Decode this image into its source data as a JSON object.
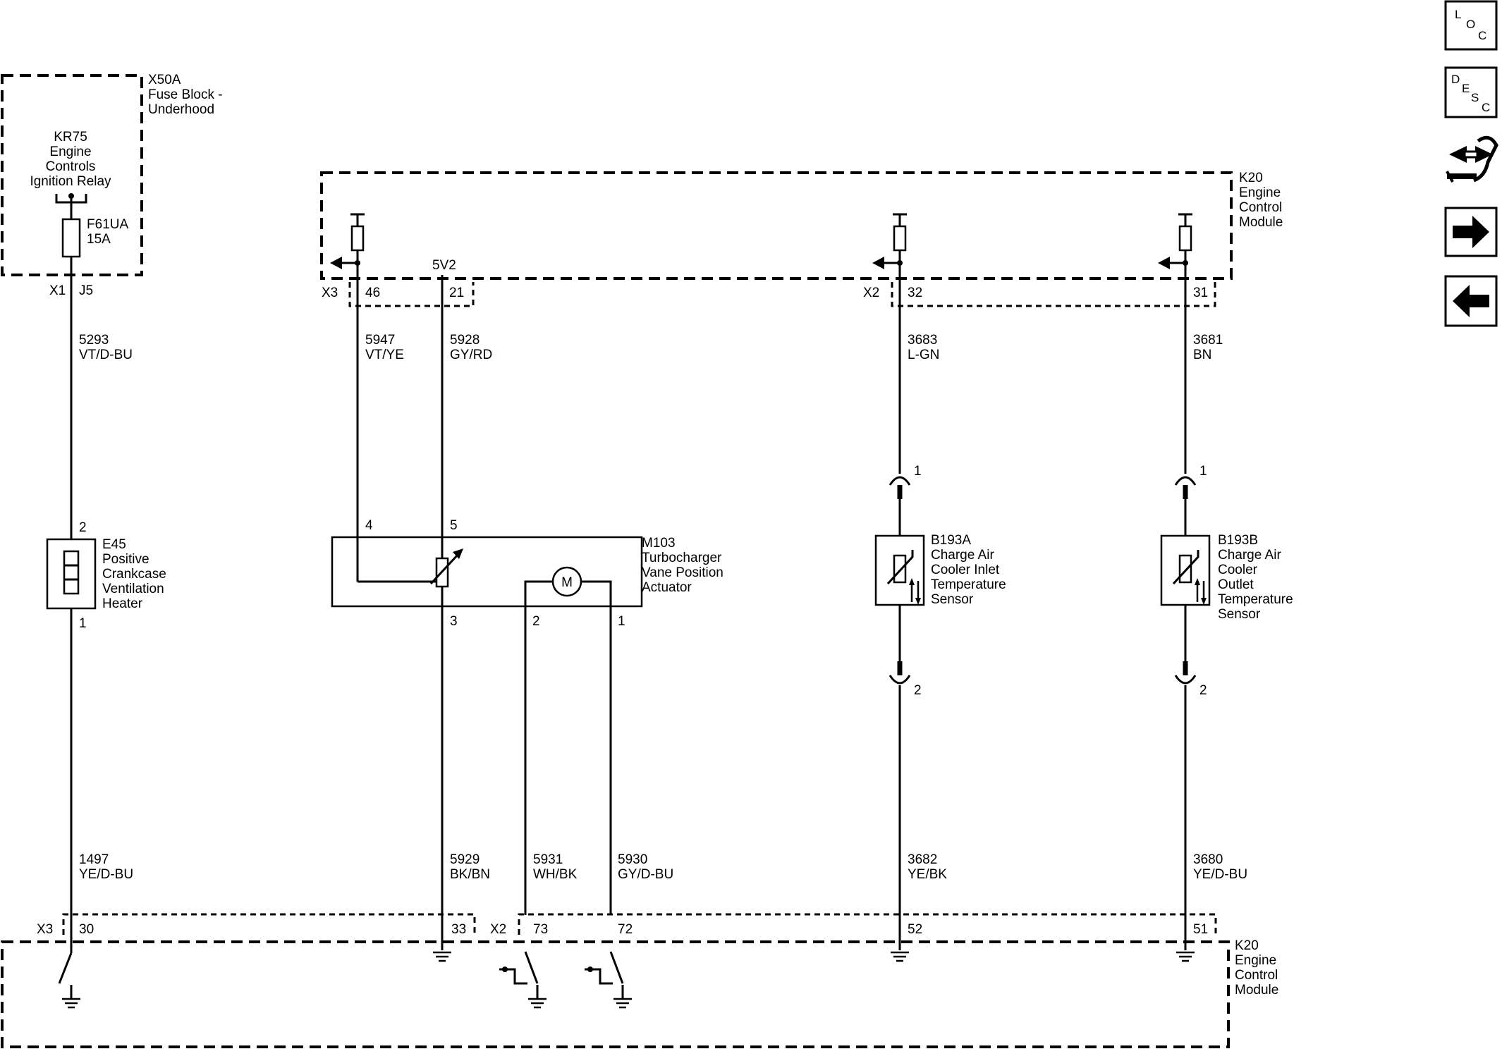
{
  "components": {
    "x50a": {
      "id": "X50A",
      "name_1": "Fuse Block -",
      "name_2": "Underhood"
    },
    "kr75": {
      "id": "KR75",
      "name_1": "Engine",
      "name_2": "Controls",
      "name_3": "Ignition Relay"
    },
    "f61ua": {
      "id": "F61UA",
      "rating": "15A"
    },
    "k20_top": {
      "id": "K20",
      "name_1": "Engine",
      "name_2": "Control",
      "name_3": "Module"
    },
    "k20_bottom": {
      "id": "K20",
      "name_1": "Engine",
      "name_2": "Control",
      "name_3": "Module"
    },
    "e45": {
      "id": "E45",
      "name_1": "Positive",
      "name_2": "Crankcase",
      "name_3": "Ventilation",
      "name_4": "Heater"
    },
    "m103": {
      "id": "M103",
      "name_1": "Turbocharger",
      "name_2": "Vane Position",
      "name_3": "Actuator",
      "motor": "M"
    },
    "b193a": {
      "id": "B193A",
      "name_1": "Charge Air",
      "name_2": "Cooler Inlet",
      "name_3": "Temperature",
      "name_4": "Sensor"
    },
    "b193b": {
      "id": "B193B",
      "name_1": "Charge Air",
      "name_2": "Cooler",
      "name_3": "Outlet",
      "name_4": "Temperature",
      "name_5": "Sensor"
    },
    "ref_5v2": "5V2"
  },
  "connectors": {
    "x1": "X1",
    "j5": "J5",
    "x3_top": "X3",
    "p46": "46",
    "p21": "21",
    "x2_top": "X2",
    "p32": "32",
    "p31": "31",
    "x3_bottom": "X3",
    "p30": "30",
    "p33": "33",
    "x2_bottom": "X2",
    "p73": "73",
    "p72": "72",
    "p52": "52",
    "p51": "51"
  },
  "pins": {
    "e45_2": "2",
    "e45_1": "1",
    "m103_4": "4",
    "m103_5": "5",
    "m103_3": "3",
    "m103_2": "2",
    "m103_1": "1",
    "b193a_1": "1",
    "b193a_2": "2",
    "b193b_1": "1",
    "b193b_2": "2"
  },
  "wires": {
    "w5293": {
      "circuit": "5293",
      "color": "VT/D-BU"
    },
    "w5947": {
      "circuit": "5947",
      "color": "VT/YE"
    },
    "w5928": {
      "circuit": "5928",
      "color": "GY/RD"
    },
    "w3683": {
      "circuit": "3683",
      "color": "L-GN"
    },
    "w3681": {
      "circuit": "3681",
      "color": "BN"
    },
    "w1497": {
      "circuit": "1497",
      "color": "YE/D-BU"
    },
    "w5929": {
      "circuit": "5929",
      "color": "BK/BN"
    },
    "w5931": {
      "circuit": "5931",
      "color": "WH/BK"
    },
    "w5930": {
      "circuit": "5930",
      "color": "GY/D-BU"
    },
    "w3682": {
      "circuit": "3682",
      "color": "YE/BK"
    },
    "w3680": {
      "circuit": "3680",
      "color": "YE/D-BU"
    }
  },
  "nav": {
    "loc": {
      "l1": "L",
      "l2": "O",
      "l3": "C"
    },
    "desc": {
      "l1": "D",
      "l2": "E",
      "l3": "S",
      "l4": "C"
    },
    "icons": {
      "connector": "connector-end-view-icon",
      "next": "arrow-right-icon",
      "prev": "arrow-left-icon"
    }
  }
}
